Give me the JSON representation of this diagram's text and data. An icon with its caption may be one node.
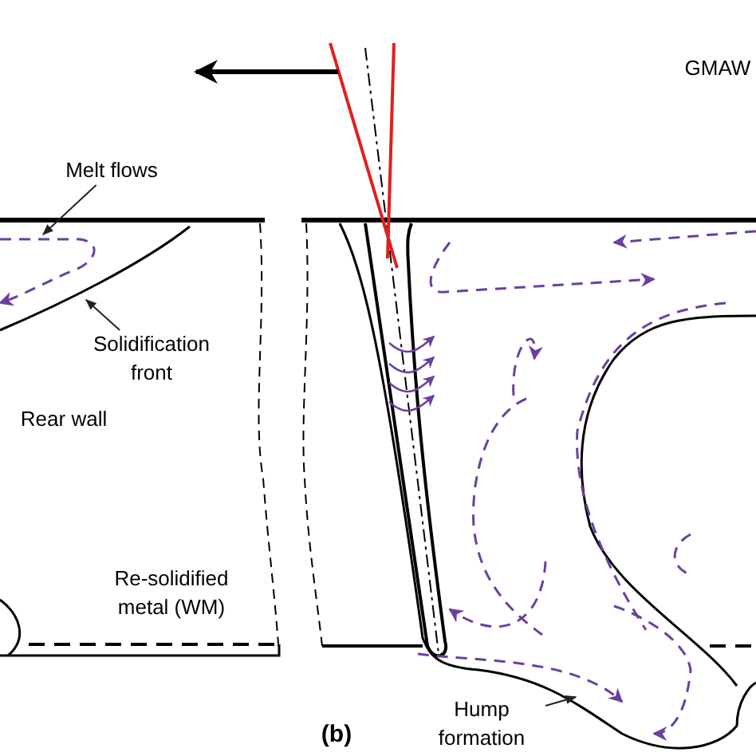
{
  "diagram": {
    "nodes": [
      {
        "text": [
          "Melt flows"
        ]
      },
      {
        "text": [
          "Solidification front"
        ]
      },
      {
        "text": [
          "Hump formation"
        ]
      }
    ],
    "edges": [
      {
        "from": 0,
        "to": null,
        "arrow": "to"
      },
      {
        "from": 1,
        "to": null,
        "arrow": "to"
      },
      {
        "from": 2,
        "to": null,
        "arrow": "to"
      }
    ],
    "labels": [
      "GMAW",
      "Rear wall",
      "Re-solidified metal (WM)",
      "(b)"
    ]
  }
}
